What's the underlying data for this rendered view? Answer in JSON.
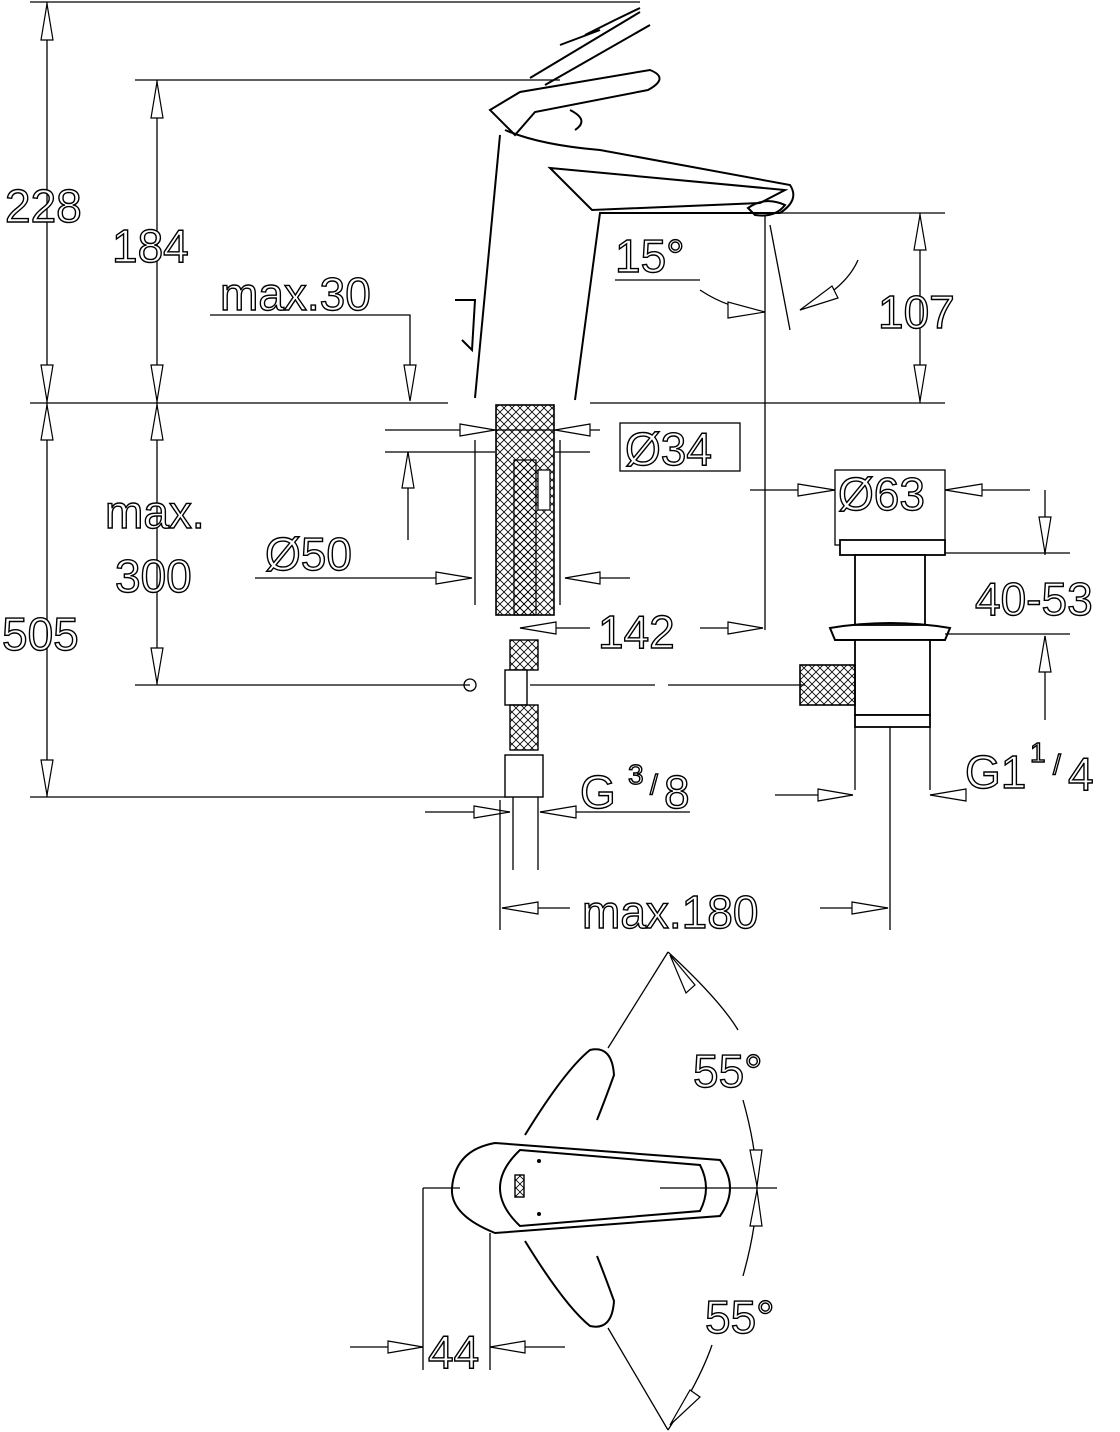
{
  "drawing": {
    "height_total": "228",
    "height_spout_top": "184",
    "max_deck_thickness": "max.30",
    "spout_angle": "15°",
    "spout_outlet_height": "107",
    "shank_diameter": "Ø34",
    "waste_diameter": "Ø63",
    "max_label": "max.",
    "max_hose_value": "300",
    "base_diameter": "Ø50",
    "total_below": "505",
    "spout_reach": "142",
    "waste_range": "40-53",
    "waste_thread_prefix": "G1",
    "waste_thread_num": "1",
    "waste_thread_den": "4",
    "hose_thread_prefix": "G",
    "hose_thread_num": "3",
    "hose_thread_den": "8",
    "max_distance": "max.180",
    "lever_angle_upper": "55°",
    "lever_angle_lower": "55°",
    "lever_offset": "44"
  }
}
